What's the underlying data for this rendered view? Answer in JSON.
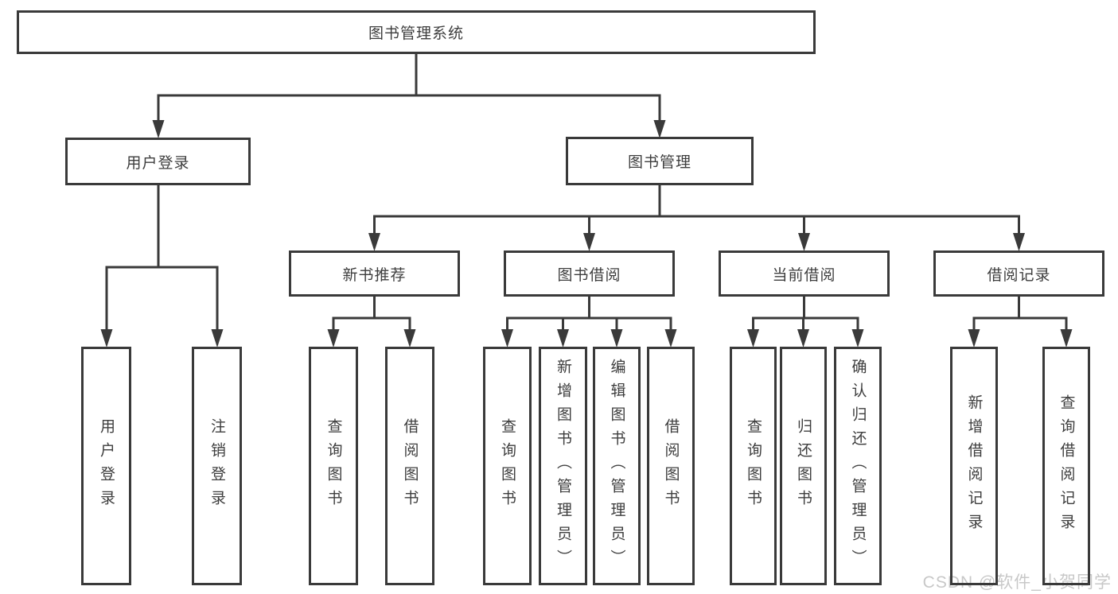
{
  "tree": {
    "label": "图书管理系统",
    "children": [
      {
        "label": "用户登录",
        "children": [
          {
            "label": "用户登录"
          },
          {
            "label": "注销登录"
          }
        ]
      },
      {
        "label": "图书管理",
        "children": [
          {
            "label": "新书推荐",
            "children": [
              {
                "label": "查询图书"
              },
              {
                "label": "借阅图书"
              }
            ]
          },
          {
            "label": "图书借阅",
            "children": [
              {
                "label": "查询图书"
              },
              {
                "label": "新增图书（管理员）"
              },
              {
                "label": "编辑图书（管理员）"
              },
              {
                "label": "借阅图书"
              }
            ]
          },
          {
            "label": "当前借阅",
            "children": [
              {
                "label": "查询图书"
              },
              {
                "label": "归还图书"
              },
              {
                "label": "确认归还（管理员）"
              }
            ]
          },
          {
            "label": "借阅记录",
            "children": [
              {
                "label": "新增借阅记录"
              },
              {
                "label": "查询借阅记录"
              }
            ]
          }
        ]
      }
    ]
  },
  "watermark": "CSDN @软件_小贺同学",
  "colors": {
    "line": "#3a3a3a",
    "text": "#3d3d3d",
    "watermark": "#c8c8c8",
    "background": "#ffffff"
  }
}
